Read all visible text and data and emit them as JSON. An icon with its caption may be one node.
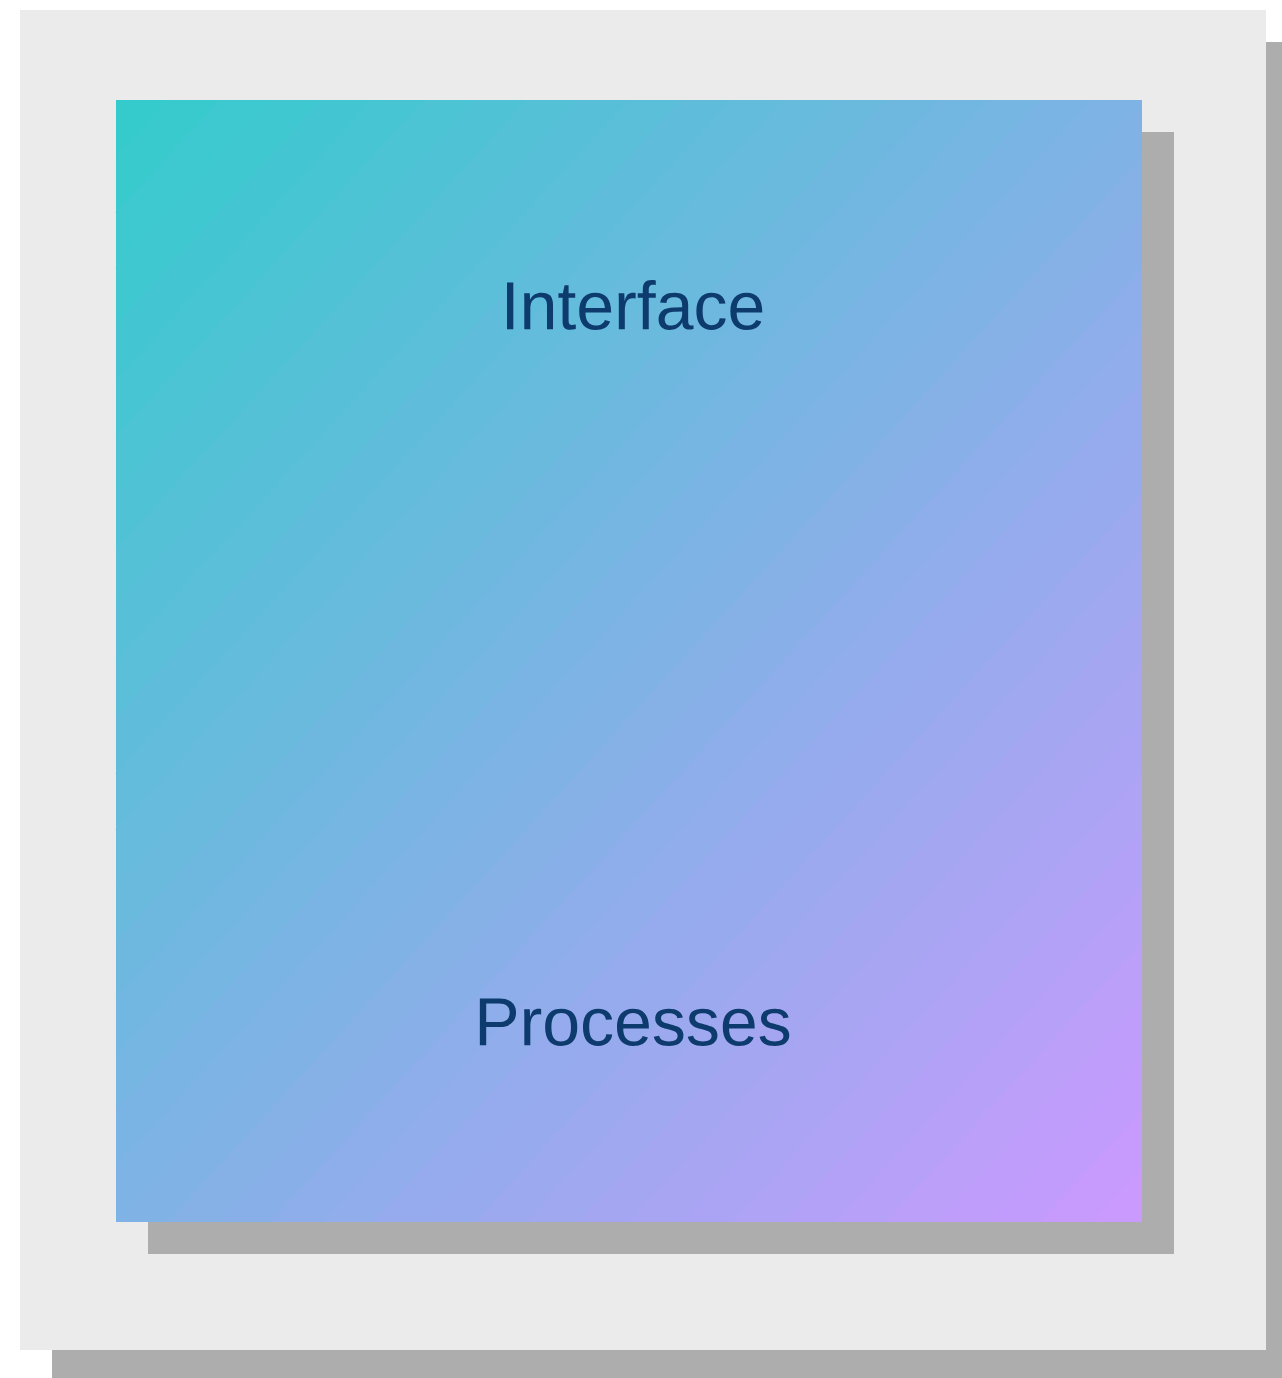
{
  "diagram": {
    "nodes": [
      {
        "text": [],
        "shape": "box"
      },
      {
        "text": [
          "Interface",
          "Processes"
        ],
        "in": 0
      }
    ]
  }
}
